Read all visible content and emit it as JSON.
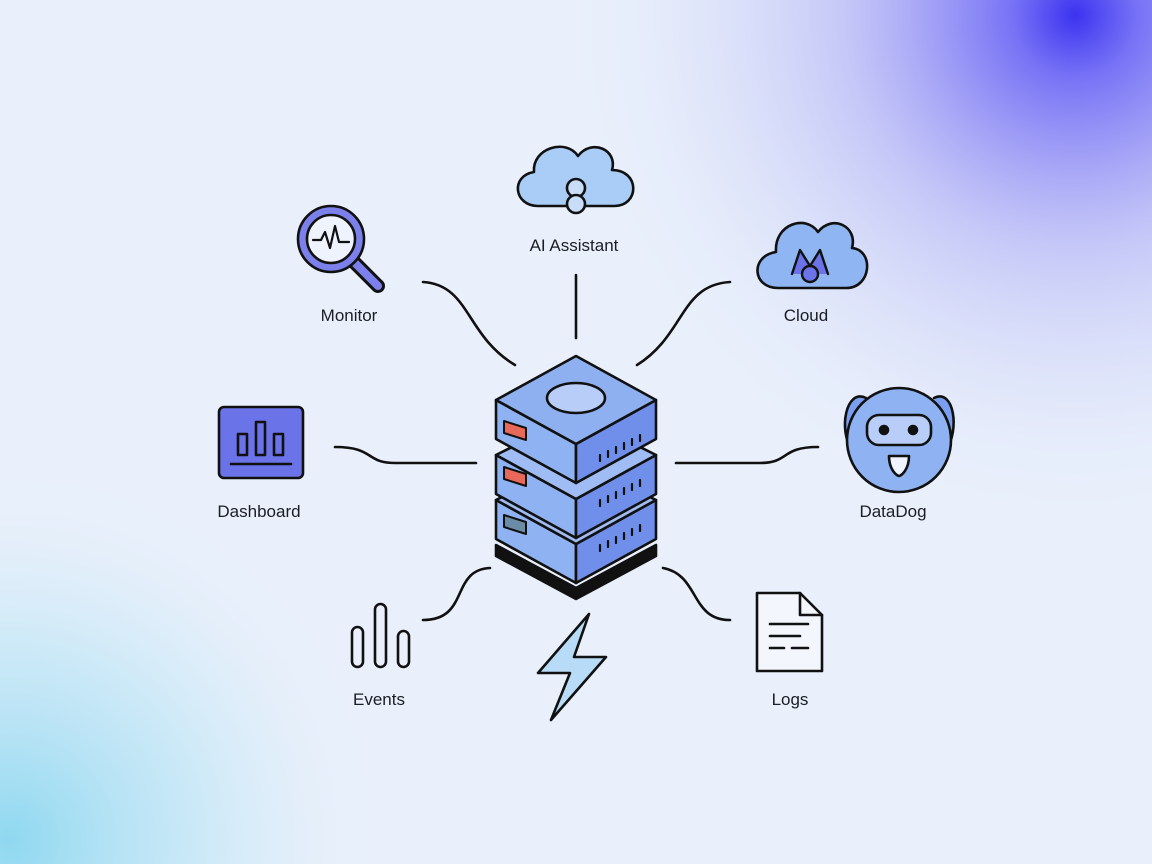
{
  "nodes": {
    "ai_assistant": "AI Assistant",
    "monitor": "Monitor",
    "cloud": "Cloud",
    "dashboard": "Dashboard",
    "datadog": "DataDog",
    "events": "Events",
    "logs": "Logs"
  },
  "icons": {
    "center": "server-stack-icon",
    "ai_assistant": "cloud-ai-icon",
    "monitor": "magnifier-pulse-icon",
    "cloud": "cloud-icon",
    "dashboard": "bar-chart-icon",
    "datadog": "dog-icon",
    "events": "bars-icon",
    "logs": "document-icon",
    "bolt": "lightning-icon"
  },
  "colors": {
    "background": "#e9f0fb",
    "accent": "#6b73e8",
    "server_blue": "#7aa3ef",
    "cloud_blue": "#a9cdf6",
    "alert_red": "#e8685a"
  }
}
